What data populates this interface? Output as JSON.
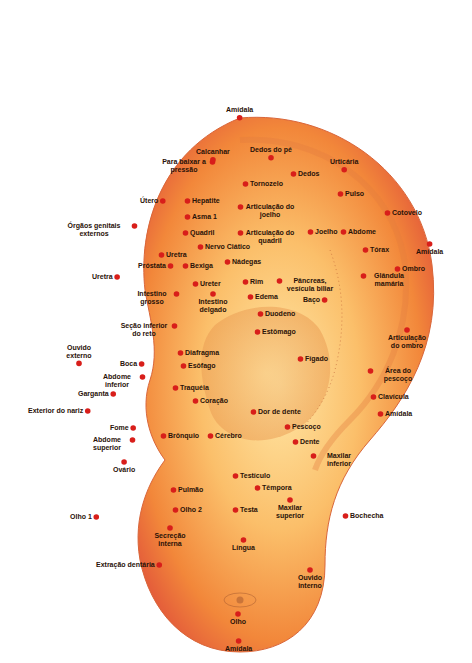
{
  "diagram": {
    "labels": [
      "Amídala",
      "Para baixar a pressão",
      "Calcanhar",
      "Dedos do pé",
      "Tornozelo",
      "Dedos",
      "Urticária",
      "Pulso",
      "Útero",
      "Hepatite",
      "Asma 1",
      "Articulação do joelho",
      "Quadril",
      "Órgãos genitais externos",
      "Nervo Ciático",
      "Articulação do quadril",
      "Joelho",
      "Abdome",
      "Cotovelo",
      "Tórax",
      "Amídala",
      "Ombro",
      "Uretra",
      "Uretra",
      "Próstata",
      "Bexiga",
      "Nádegas",
      "Glândula mamária",
      "Intestino grosso",
      "Ureter",
      "Rim",
      "Edema",
      "Pâncreas, vesícula biliar",
      "Baço",
      "Intestino delgado",
      "Duodeno",
      "Seção inferior do reto",
      "Estômago",
      "Articulação do ombro",
      "Ouvido externo",
      "Boca",
      "Diafragma",
      "Esôfago",
      "Fígado",
      "Área do pescoço",
      "Abdome inferior",
      "Clavícula",
      "Garganta",
      "Traquéia",
      "Coração",
      "Exterior do nariz",
      "Dor de dente",
      "Amídala",
      "Pescoço",
      "Fome",
      "Abdome superior",
      "Brônquio",
      "Cérebro",
      "Dente",
      "Maxilar inferior",
      "Ovário",
      "Testículo",
      "Têmpora",
      "Pulmão",
      "Olho 2",
      "Testa",
      "Maxilar superior",
      "Bochecha",
      "Olho 1",
      "Secreção interna",
      "Língua",
      "Extração dentária",
      "Ouvido interno",
      "Olho",
      "Amídala"
    ]
  }
}
